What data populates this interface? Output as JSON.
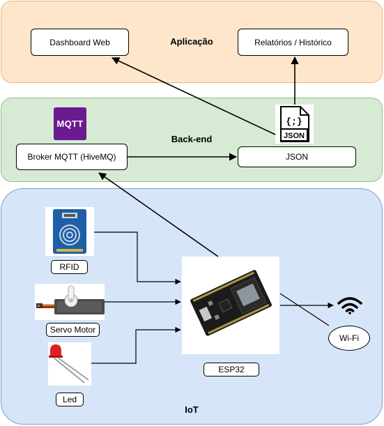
{
  "layers": {
    "application": "Aplicação",
    "backend": "Back-end",
    "iot": "IoT"
  },
  "application": {
    "dashboard": "Dashboard Web",
    "reports": "Relatórios / Histórico"
  },
  "backend": {
    "broker": "Broker MQTT (HiveMQ)",
    "json": "JSON",
    "mqtt_logo_text": "MQTT",
    "json_icon_text": "JSON",
    "json_icon_braces": "{;}"
  },
  "iot": {
    "rfid": "RFID",
    "servo": "Servo Motor",
    "led": "Led",
    "esp32": "ESP32",
    "wifi": "Wi-Fi"
  },
  "colors": {
    "application_fill": "#fde6cc",
    "backend_fill": "#d7ebd4",
    "iot_fill": "#d6e5f7",
    "mqtt_brand": "#6a1b8f"
  }
}
